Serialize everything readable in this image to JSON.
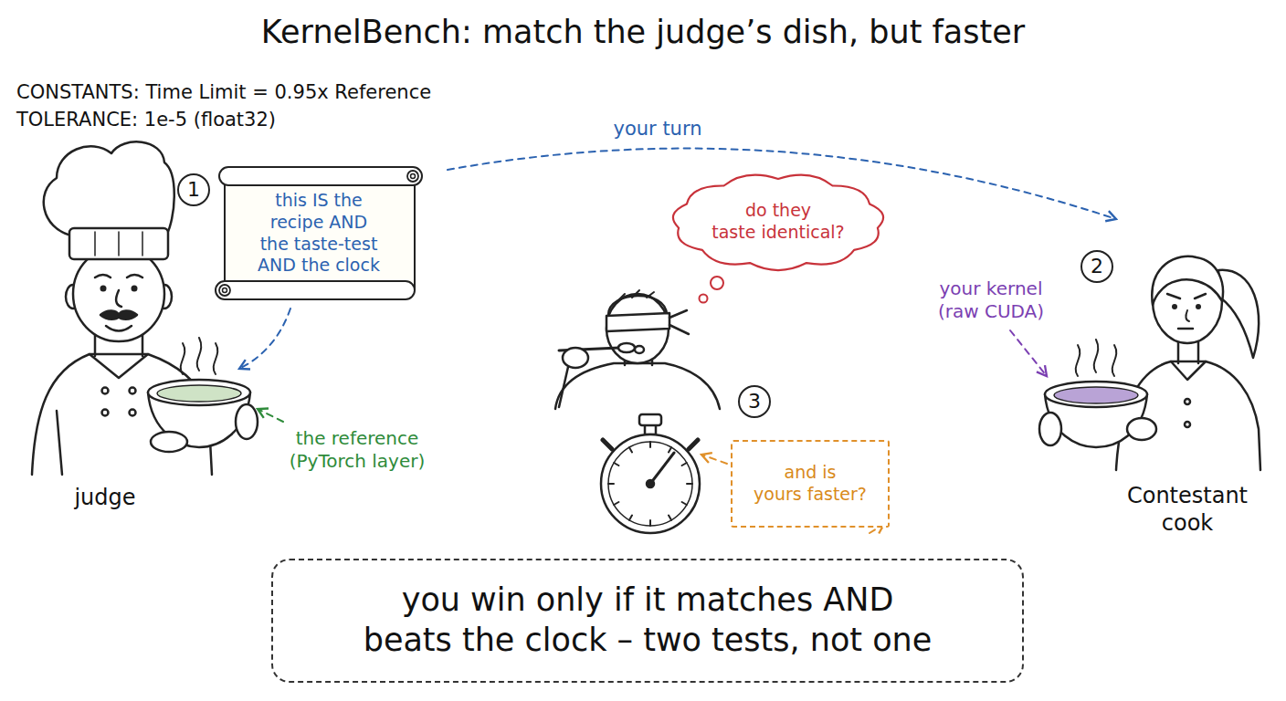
{
  "diagram": {
    "title": "KernelBench: match the judge’s dish, but faster",
    "nodes": [
      {
        "text": [
          "1"
        ]
      },
      {
        "text": [
          "this IS the recipe AND the taste-test AND the clock"
        ]
      },
      {
        "text": [
          "do they taste identical?"
        ]
      },
      {
        "text": [
          "2"
        ]
      },
      {
        "text": [
          "3"
        ]
      },
      {
        "text": [
          "and is yours faster?"
        ]
      },
      {
        "text": [
          "you win only if it matches AND beats the clock – two tests, not one"
        ]
      }
    ],
    "labels": [
      "CONSTANTS: Time Limit = 0.95x Reference",
      "TOLERANCE: 1e-5 (float32)",
      "your turn",
      "your kernel (raw CUDA)",
      "the reference (PyTorch layer)",
      "judge",
      "Contestant cook"
    ]
  }
}
